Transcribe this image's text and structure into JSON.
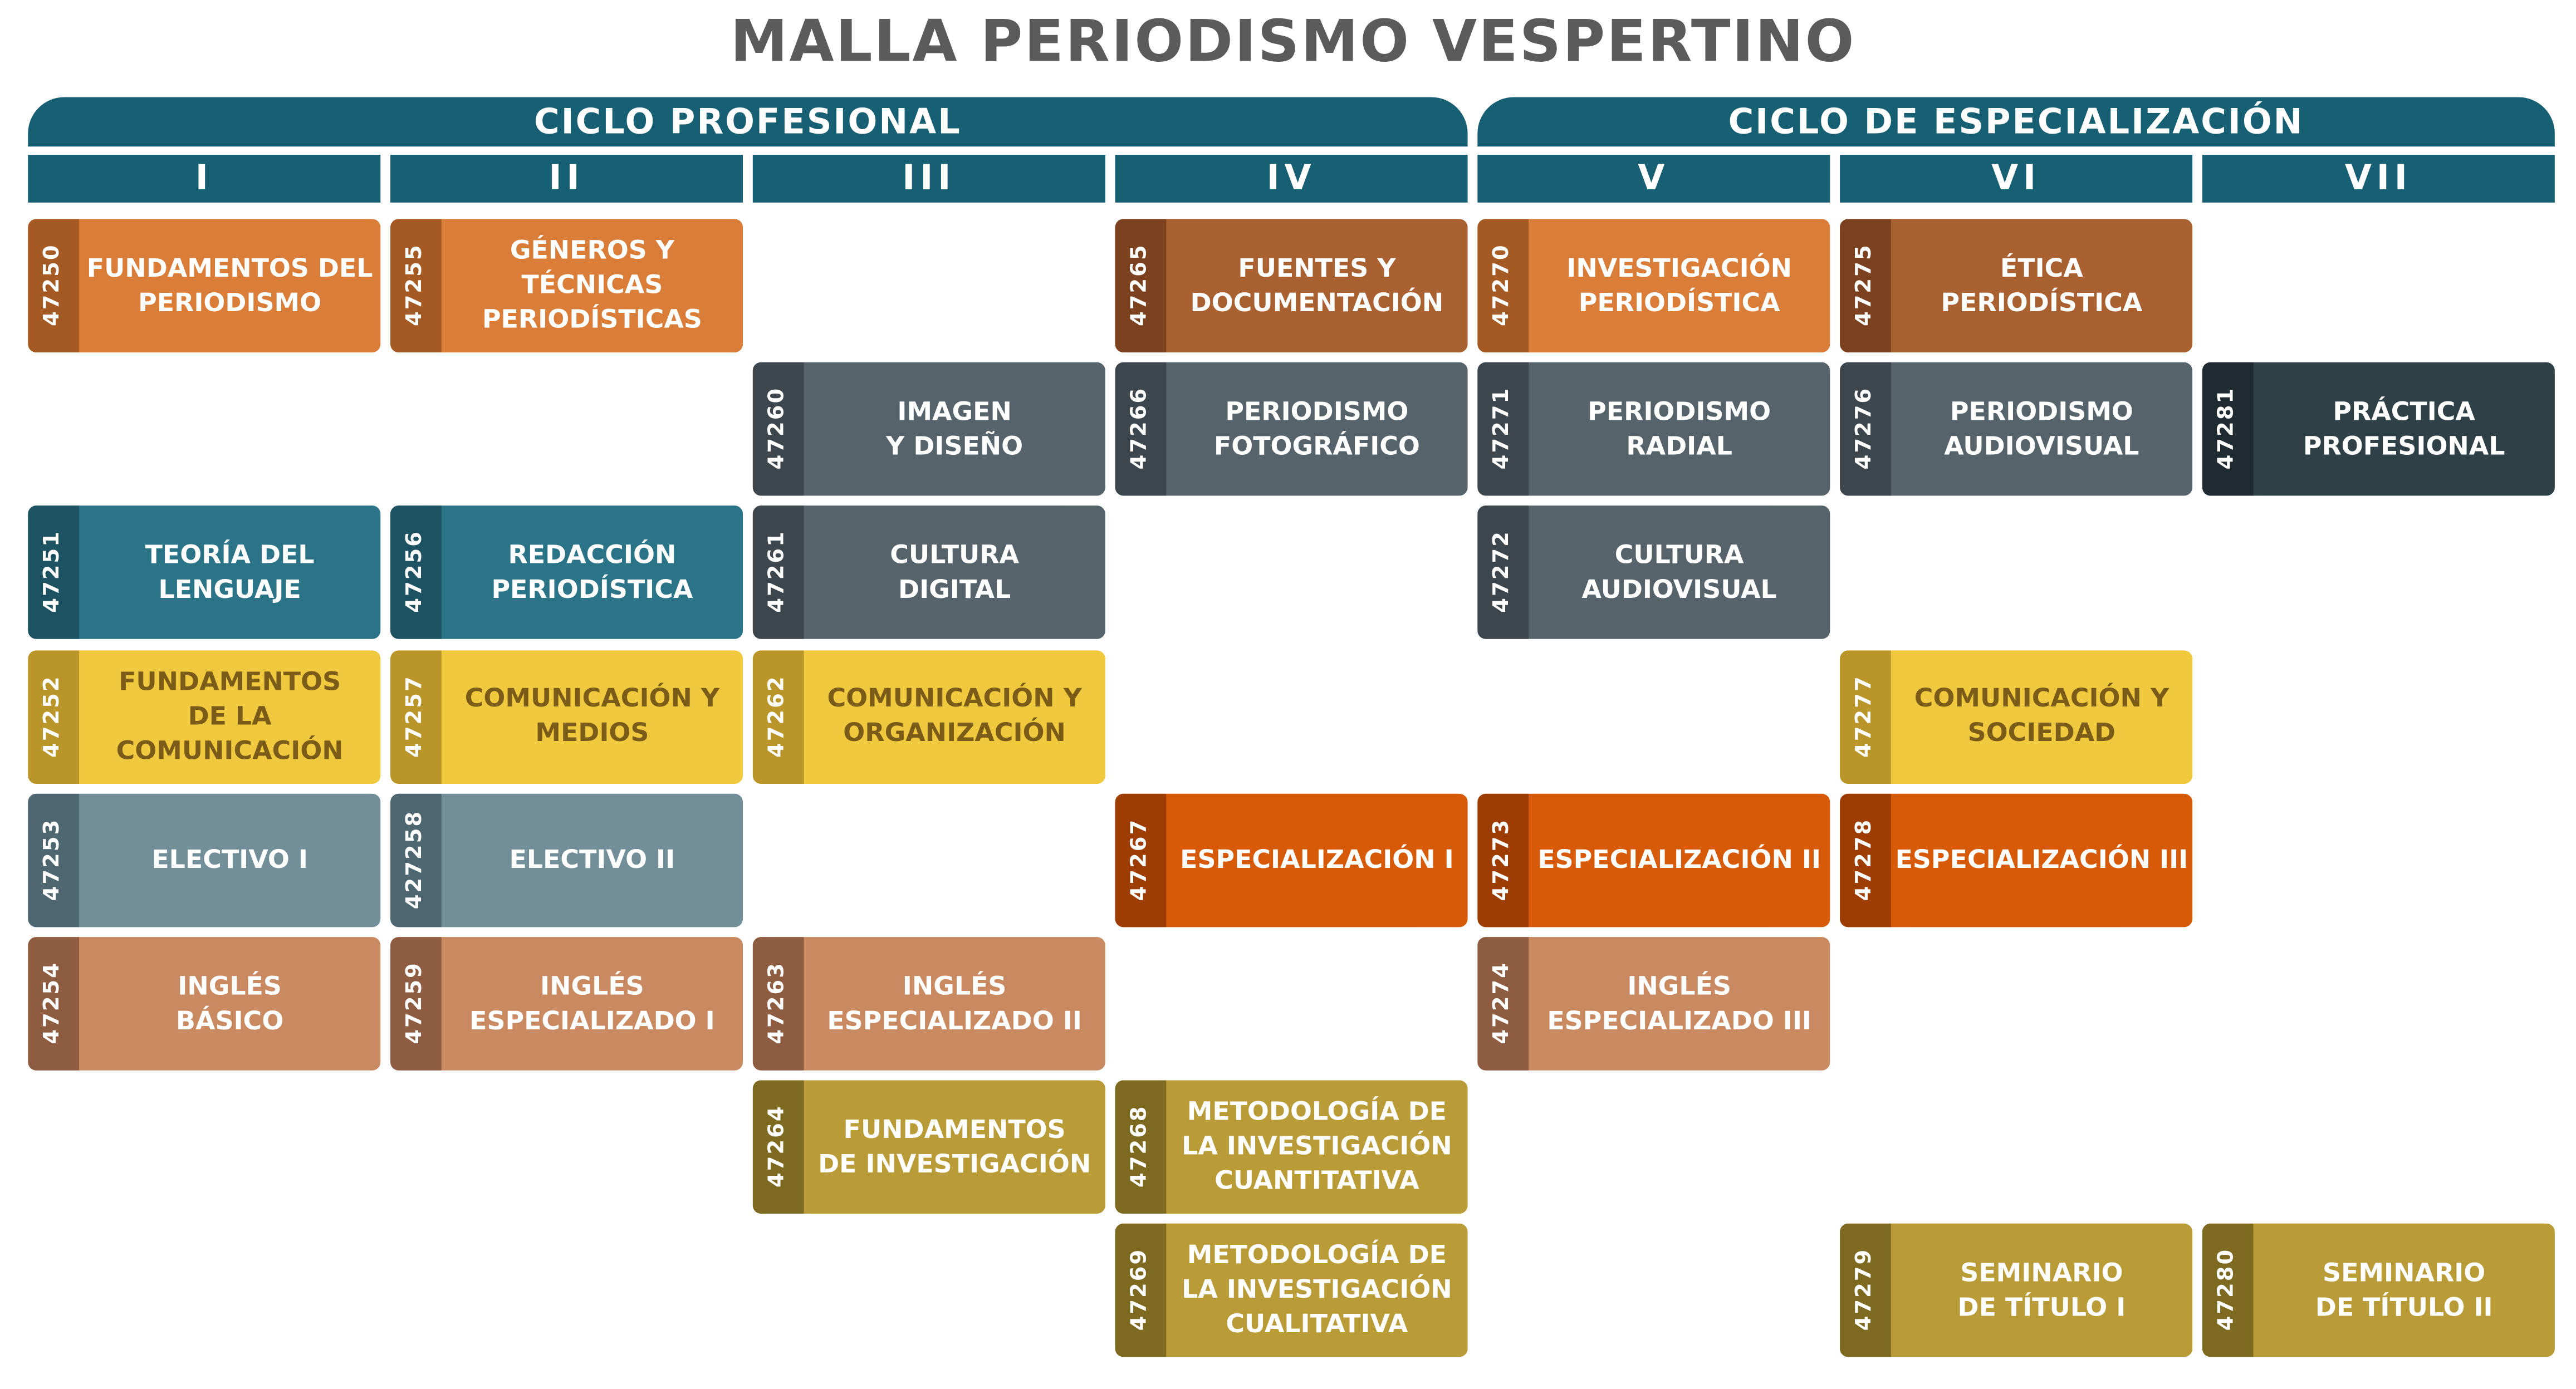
{
  "title": "MALLA PERIODISMO VESPERTINO",
  "cycles": [
    {
      "label": "CICLO PROFESIONAL"
    },
    {
      "label": "CICLO  DE ESPECIALIZACIÓN"
    }
  ],
  "semesters": [
    {
      "label": "I"
    },
    {
      "label": "II"
    },
    {
      "label": "III"
    },
    {
      "label": "IV"
    },
    {
      "label": "V"
    },
    {
      "label": "VI"
    },
    {
      "label": "VII"
    }
  ],
  "colors": {
    "header": "#175f73",
    "title": "#5b5b5b"
  },
  "courses": [
    {
      "code": "47250",
      "name": "FUNDAMENTOS DEL\nPERIODISMO",
      "semester": 1,
      "row": 1,
      "theme": "orange"
    },
    {
      "code": "47251",
      "name": "TEORÍA DEL\nLENGUAJE",
      "semester": 1,
      "row": 3,
      "theme": "teal"
    },
    {
      "code": "47252",
      "name": "FUNDAMENTOS\nDE LA\nCOMUNICACIÓN",
      "semester": 1,
      "row": 4,
      "theme": "yellow"
    },
    {
      "code": "47253",
      "name": "ELECTIVO I",
      "semester": 1,
      "row": 5,
      "theme": "gray"
    },
    {
      "code": "47254",
      "name": "INGLÉS\nBÁSICO",
      "semester": 1,
      "row": 6,
      "theme": "salmon"
    },
    {
      "code": "47255",
      "name": "GÉNEROS Y TÉCNICAS\nPERIODÍSTICAS",
      "semester": 2,
      "row": 1,
      "theme": "orange"
    },
    {
      "code": "47256",
      "name": "REDACCIÓN\nPERIODÍSTICA",
      "semester": 2,
      "row": 3,
      "theme": "teal"
    },
    {
      "code": "47257",
      "name": "COMUNICACIÓN Y\nMEDIOS",
      "semester": 2,
      "row": 4,
      "theme": "yellow"
    },
    {
      "code": "427258",
      "name": "ELECTIVO II",
      "semester": 2,
      "row": 5,
      "theme": "gray"
    },
    {
      "code": "47259",
      "name": "INGLÉS\nESPECIALIZADO I",
      "semester": 2,
      "row": 6,
      "theme": "salmon"
    },
    {
      "code": "47260",
      "name": "IMAGEN\nY DISEÑO",
      "semester": 3,
      "row": 2,
      "theme": "slate"
    },
    {
      "code": "47261",
      "name": "CULTURA\nDIGITAL",
      "semester": 3,
      "row": 3,
      "theme": "slate"
    },
    {
      "code": "47262",
      "name": "COMUNICACIÓN Y\nORGANIZACIÓN",
      "semester": 3,
      "row": 4,
      "theme": "yellow"
    },
    {
      "code": "47263",
      "name": "INGLÉS\nESPECIALIZADO II",
      "semester": 3,
      "row": 6,
      "theme": "salmon"
    },
    {
      "code": "47264",
      "name": "FUNDAMENTOS\nDE INVESTIGACIÓN",
      "semester": 3,
      "row": 7,
      "theme": "olive"
    },
    {
      "code": "47265",
      "name": "FUENTES Y\nDOCUMENTACIÓN",
      "semester": 4,
      "row": 1,
      "theme": "brown"
    },
    {
      "code": "47266",
      "name": "PERIODISMO\nFOTOGRÁFICO",
      "semester": 4,
      "row": 2,
      "theme": "slate"
    },
    {
      "code": "47267",
      "name": "ESPECIALIZACIÓN I",
      "semester": 4,
      "row": 5,
      "theme": "red"
    },
    {
      "code": "47268",
      "name": "METODOLOGÍA DE\nLA INVESTIGACIÓN\nCUANTITATIVA",
      "semester": 4,
      "row": 7,
      "theme": "olive"
    },
    {
      "code": "47269",
      "name": "METODOLOGÍA DE\nLA INVESTIGACIÓN\nCUALITATIVA",
      "semester": 4,
      "row": 8,
      "theme": "olive"
    },
    {
      "code": "47270",
      "name": "INVESTIGACIÓN\nPERIODÍSTICA",
      "semester": 5,
      "row": 1,
      "theme": "orange"
    },
    {
      "code": "47271",
      "name": "PERIODISMO\nRADIAL",
      "semester": 5,
      "row": 2,
      "theme": "slate"
    },
    {
      "code": "47272",
      "name": "CULTURA\nAUDIOVISUAL",
      "semester": 5,
      "row": 3,
      "theme": "slate"
    },
    {
      "code": "47273",
      "name": "ESPECIALIZACIÓN II",
      "semester": 5,
      "row": 5,
      "theme": "red"
    },
    {
      "code": "47274",
      "name": "INGLÉS\nESPECIALIZADO III",
      "semester": 5,
      "row": 6,
      "theme": "salmon"
    },
    {
      "code": "47275",
      "name": "ÉTICA\nPERIODÍSTICA",
      "semester": 6,
      "row": 1,
      "theme": "brown"
    },
    {
      "code": "47276",
      "name": "PERIODISMO\nAUDIOVISUAL",
      "semester": 6,
      "row": 2,
      "theme": "slate"
    },
    {
      "code": "47277",
      "name": "COMUNICACIÓN Y\nSOCIEDAD",
      "semester": 6,
      "row": 4,
      "theme": "yellow"
    },
    {
      "code": "47278",
      "name": "ESPECIALIZACIÓN III",
      "semester": 6,
      "row": 5,
      "theme": "red"
    },
    {
      "code": "47279",
      "name": "SEMINARIO\nDE TÍTULO I",
      "semester": 6,
      "row": 8,
      "theme": "olive"
    },
    {
      "code": "47281",
      "name": "PRÁCTICA\nPROFESIONAL",
      "semester": 7,
      "row": 2,
      "theme": "dark"
    },
    {
      "code": "47280",
      "name": "SEMINARIO\nDE TÍTULO II",
      "semester": 7,
      "row": 8,
      "theme": "olive"
    }
  ]
}
